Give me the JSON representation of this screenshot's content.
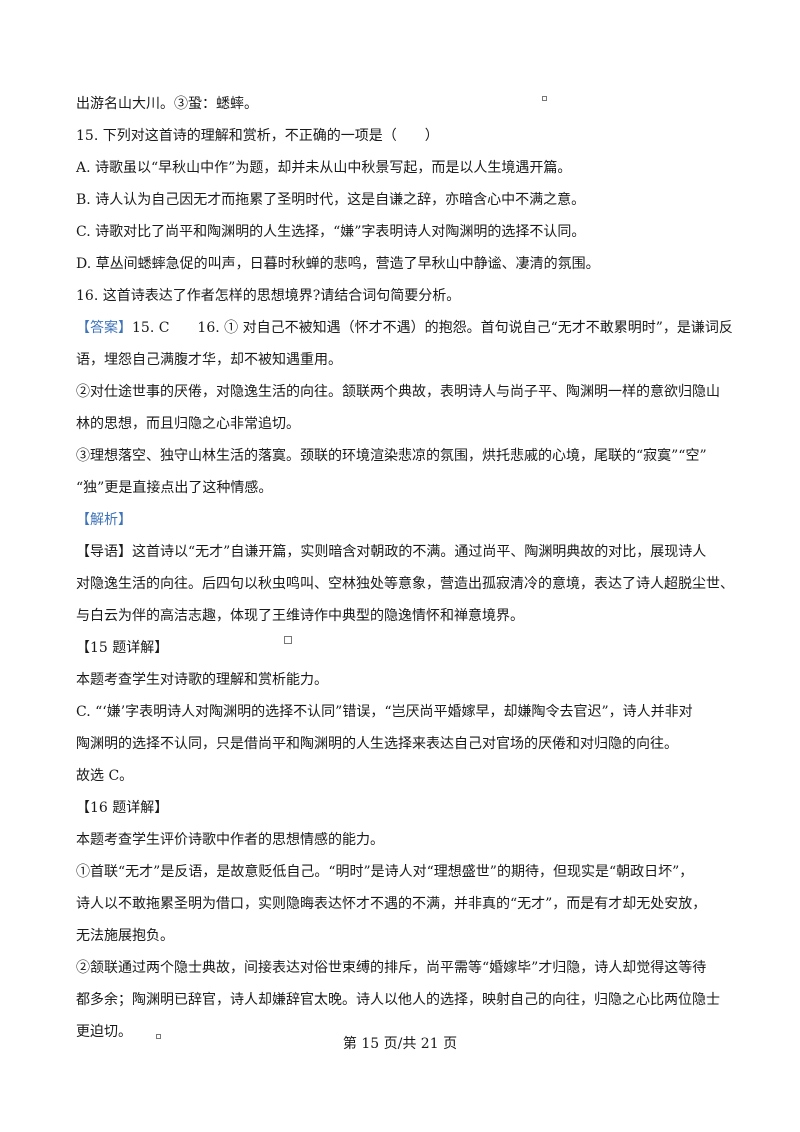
{
  "lines": [
    "出游名山大川。③蛩：蟋蟀。",
    "15. 下列对这首诗的理解和赏析，不正确的一项是（　　）",
    "A. 诗歌虽以“早秋山中作”为题，却并未从山中秋景写起，而是以人生境遇开篇。",
    "B. 诗人认为自己因无才而拖累了圣明时代，这是自谦之辞，亦暗含心中不满之意。",
    "C. 诗歌对比了尚平和陶渊明的人生选择，“嫌”字表明诗人对陶渊明的选择不认同。",
    "D. 草丛间蟋蟀急促的叫声，日暮时秋蝉的悲鸣，营造了早秋山中静谧、凄清的氛围。",
    "16. 这首诗表达了作者怎样的思想境界?请结合词句简要分析。",
    "15. C　　16. ① 对自己不被知遇（怀才不遇）的抱怨。首句说自己“无才不敢累明时”，是谦词反",
    "语，埋怨自己满腹才华，却不被知遇重用。",
    "②对仕途世事的厌倦，对隐逸生活的向往。颔联两个典故，表明诗人与尚子平、陶渊明一样的意欲归隐山",
    "林的思想，而且归隐之心非常追切。",
    "③理想落空、独守山林生活的落寞。颈联的环境渲染悲凉的氛围，烘托悲戚的心境，尾联的“寂寞”“空”",
    "“独”更是直接点出了这种情感。",
    "【导语】这首诗以“无才”自谦开篇，实则暗含对朝政的不满。通过尚平、陶渊明典故的对比，展现诗人",
    "对隐逸生活的向往。后四句以秋虫鸣叫、空林独处等意象，营造出孤寂清冷的意境，表达了诗人超脱尘世、",
    "与白云为伴的高洁志趣，体现了王维诗作中典型的隐逸情怀和禅意境界。",
    "【15 题详解】",
    "本题考查学生对诗歌的理解和赏析能力。",
    "C. “‘嫌’字表明诗人对陶渊明的选择不认同”错误，“岂厌尚平婚嫁早，却嫌陶令去官迟”，诗人并非对",
    "陶渊明的选择不认同，只是借尚平和陶渊明的人生选择来表达自己对官场的厌倦和对归隐的向往。",
    "故选 C。",
    "【16 题详解】",
    "本题考查学生评价诗歌中作者的思想情感的能力。",
    "①首联“无才”是反语，是故意贬低自己。“明时”是诗人对“理想盛世”的期待，但现实是“朝政日坏”，",
    "诗人以不敢拖累圣明为借口，实则隐晦表达怀才不遇的不满，并非真的“无才”，而是有才却无处安放，",
    "无法施展抱负。",
    "②颔联通过两个隐士典故，间接表达对俗世束缚的排斥，尚平需等“婚嫁毕”才归隐，诗人却觉得这等待",
    "都多余；陶渊明已辞官，诗人却嫌辞官太晚。诗人以他人的选择，映射自己的向往，归隐之心比两位隐士",
    "更迫切。"
  ],
  "labels": {
    "answer": "【答案】",
    "analysis": "【解析】"
  },
  "footer": "第 15 页/共 21 页",
  "colors": {
    "label_blue": "#3f74b8",
    "text": "#1a1a1a"
  }
}
